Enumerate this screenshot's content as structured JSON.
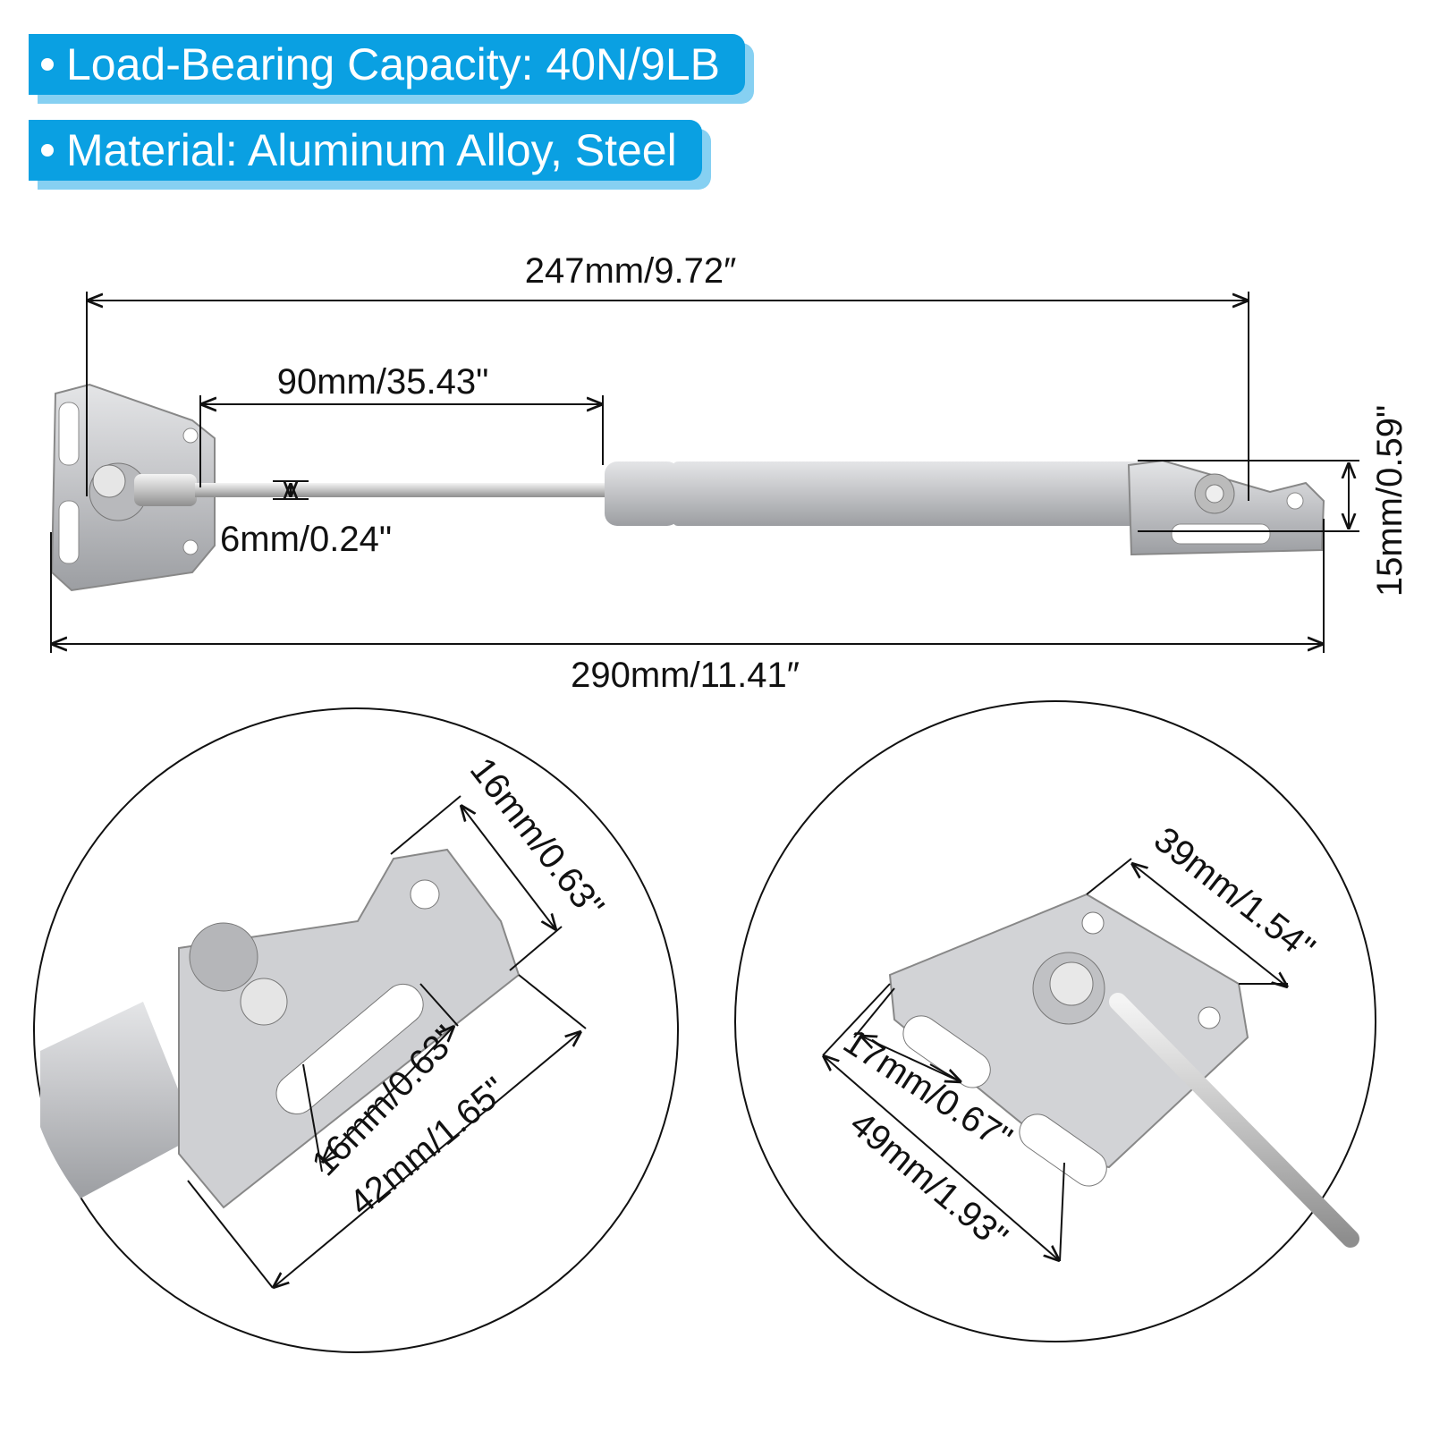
{
  "specs": [
    {
      "label": "Load-Bearing Capacity: 40N/9LB"
    },
    {
      "label": "Material: Aluminum Alloy, Steel"
    }
  ],
  "dimensions": {
    "center_to_center": "247mm/9.72″",
    "stroke": "90mm/35.43\"",
    "rod_diameter": "6mm/0.24\"",
    "overall_length": "290mm/11.41″",
    "bracket_height": "15mm/0.59\""
  },
  "detail_left": {
    "bracket_width": "16mm/0.63\"",
    "slot_length": "16mm/0.63\"",
    "bracket_length": "42mm/1.65\""
  },
  "detail_right": {
    "plate_width": "39mm/1.54\"",
    "slot_length": "17mm/0.67\"",
    "plate_height": "49mm/1.93\""
  },
  "colors": {
    "badge": "#0aa0e2",
    "badge_shadow": "#86d0f2",
    "metal": "#c8c9cc"
  }
}
